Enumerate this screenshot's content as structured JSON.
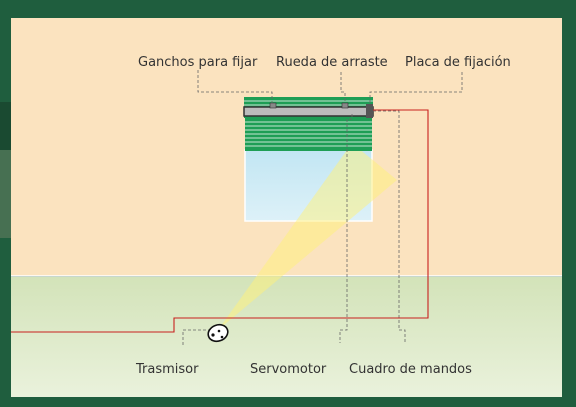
{
  "labels": {
    "hooks": "Ganchos para fijar",
    "wheel": "Rueda de arraste",
    "plate": "Placa de fijación",
    "transmitter": "Trasmisor",
    "servomotor": "Servomotor",
    "control_box": "Cuadro de mandos"
  },
  "colors": {
    "frame": "#1f5e3e",
    "wall": "#fbe3bf",
    "floor": "#e3edcf",
    "blind": "#1e9e55",
    "cable": "#c8201e",
    "beam": "#fff17a"
  },
  "icons": {
    "transmitter": "remote-control-icon"
  }
}
